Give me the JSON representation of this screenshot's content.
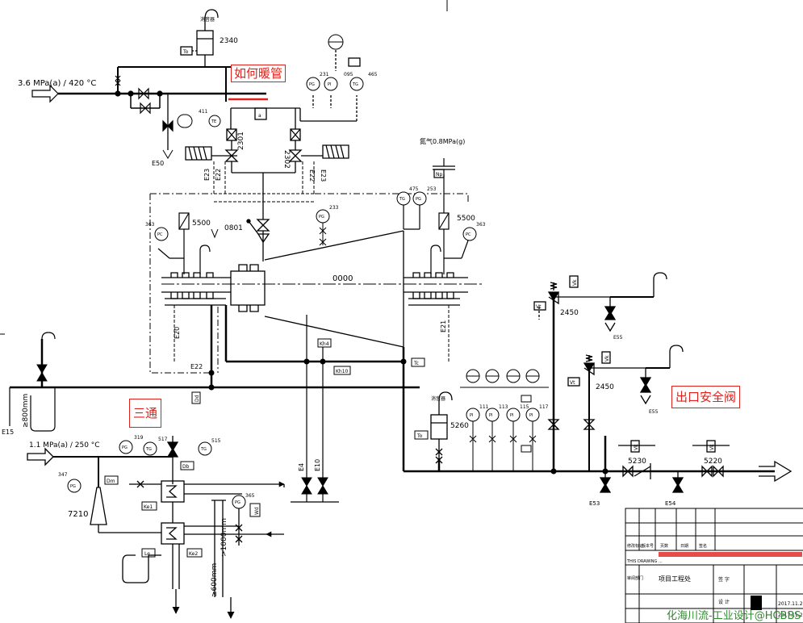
{
  "annotations": {
    "warm_pipe": "如何暖管",
    "three_way": "三通",
    "outlet_safety_valve": "出口安全阀"
  },
  "inlets": {
    "main_steam": "3.6 MPa(a) / 420 °C",
    "low_steam": "1.1 MPa(a) / 250 °C",
    "nitrogen": "氮气0.8MPa(g)"
  },
  "silencer_label": "消音器",
  "tags": {
    "t2340": "2340",
    "t2301": "2301",
    "t2302": "2302",
    "t0801": "0801",
    "t0000": "0000",
    "t5500a": "5500",
    "t5500b": "5500",
    "t2450a": "2450",
    "t2450b": "2450",
    "t5230": "5230",
    "t5220": "5220",
    "t5260": "5260",
    "t7210": "7210",
    "n411": "411",
    "n231": "231",
    "n095": "095",
    "n465": "465",
    "n363a": "363",
    "n363b": "363",
    "n233": "233",
    "n475": "475",
    "n253": "253",
    "n319": "319",
    "n517": "517",
    "n515": "515",
    "n347": "347",
    "n365": "365",
    "n111": "111",
    "n113": "113",
    "n115": "115",
    "n117": "117"
  },
  "drains": {
    "E50": "E50",
    "E23a": "E23",
    "E22a": "E22",
    "E22b": "E22",
    "E23b": "E23",
    "E20": "E20",
    "E22c": "E22",
    "E21": "E21",
    "E55a": "E55",
    "E55b": "E55",
    "E4": "E4",
    "E10": "E10",
    "E15": "E15",
    "E53": "E53",
    "E54": "E54"
  },
  "instrument_boxes": {
    "To1": "To",
    "Tc": "Tc",
    "Kh4": "Kh4",
    "Kh10": "Kh10",
    "Dd": "Dd",
    "Dm": "Dm",
    "Db": "Db",
    "Ke1": "Ke1",
    "Ke2": "Ke2",
    "Le": "Le",
    "Np": "Np",
    "To2": "To",
    "Vk1": "Vk",
    "Vk2": "Vk",
    "Vt1": "Vt",
    "Vt2": "Vt",
    "Vk3": "Vk",
    "Vk4": "Vk",
    "Wd": "Wd"
  },
  "dims": {
    "d800": "≥800mm",
    "d1000": ">1000mm",
    "d600": "≥600mm"
  },
  "title_block": {
    "header_cols": [
      "修改标记",
      "版本号",
      "页数",
      "日期",
      "签名"
    ],
    "note": "THIS DRAWING ...",
    "project_label": "项目工程处",
    "sign_label": "签 字",
    "design_label": "设 计",
    "dept_label": "审阅部门",
    "date1": "2017.11.2",
    "date2": "2017.11.2"
  },
  "watermark": "化海川流-工业设计@HCBBS"
}
